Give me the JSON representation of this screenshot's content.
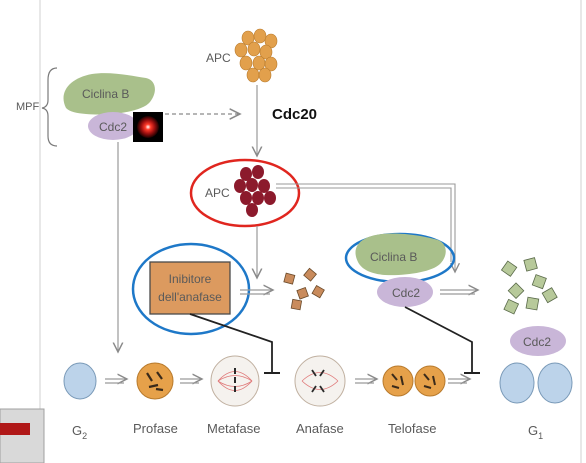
{
  "labels": {
    "mpf": "MPF",
    "ciclina_b": "Ciclina B",
    "cdc2": "Cdc2",
    "apc_top": "APC",
    "cdc20": "Cdc20",
    "apc_mid": "APC",
    "inhibitor_line1": "Inibitore",
    "inhibitor_line2": "dell'anafase",
    "ciclina_b_right": "Ciclina B",
    "cdc2_right": "Cdc2",
    "cdc2_g1": "Cdc2"
  },
  "phases": [
    {
      "base": "G",
      "sub": "2"
    },
    {
      "base": "Profase",
      "sub": ""
    },
    {
      "base": "Metafase",
      "sub": ""
    },
    {
      "base": "Anafase",
      "sub": ""
    },
    {
      "base": "Telofase",
      "sub": ""
    },
    {
      "base": "G",
      "sub": "1"
    }
  ],
  "colors": {
    "ciclina": "#a9c08b",
    "cdc2": "#c9b6d8",
    "apc_inactive": "#e2a04c",
    "apc_active": "#8c1a2c",
    "inhibitor_fill": "#dc9a5f",
    "fragments_brown": "#c98b5c",
    "fragments_green": "#b7c99a",
    "cell_blue": "#bcd3ea",
    "highlight_red": "#e0261f",
    "highlight_blue": "#1e78c8"
  }
}
